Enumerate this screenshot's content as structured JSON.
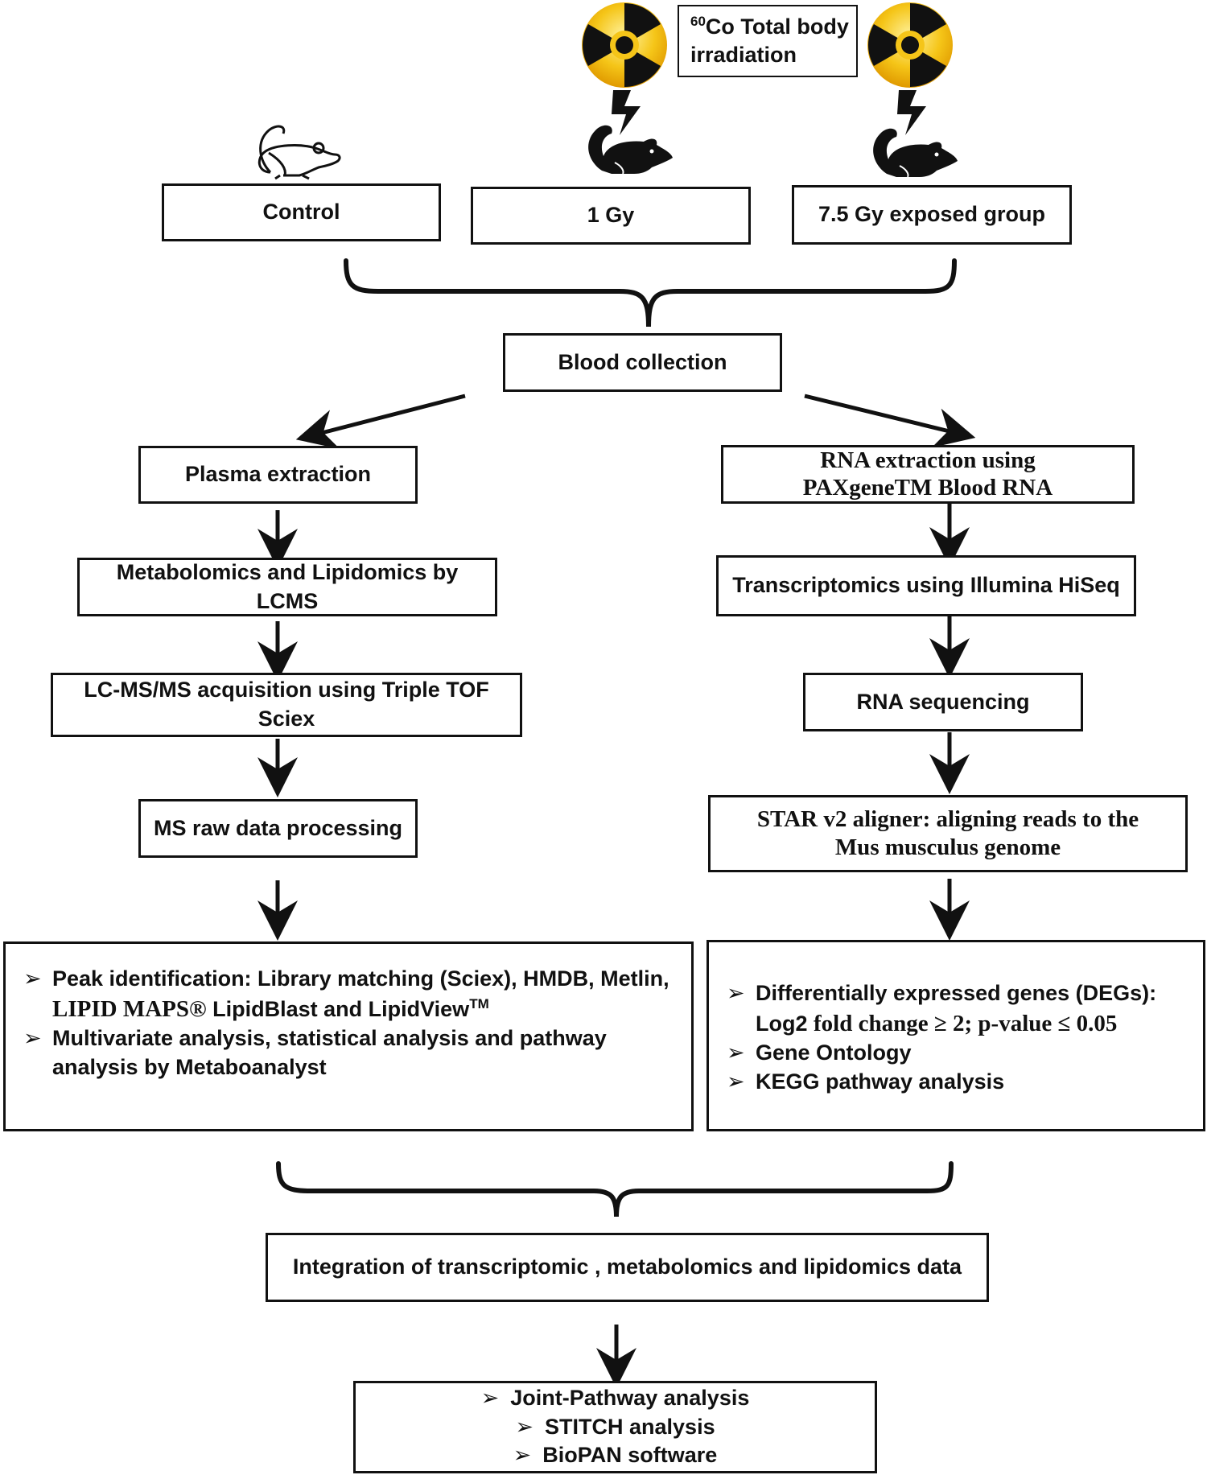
{
  "irradiation": {
    "isotope_mass": "60",
    "label": "Co Total body irradiation"
  },
  "groups": {
    "control": "Control",
    "low": "1 Gy",
    "high": "7.5 Gy exposed group"
  },
  "blood": "Blood collection",
  "left": {
    "s1": "Plasma extraction",
    "s2": "Metabolomics and Lipidomics by LCMS",
    "s3": "LC-MS/MS acquisition using Triple TOF Sciex",
    "s4": "MS raw data processing",
    "b1a": "Peak identification: Library matching (Sciex), HMDB, Metlin, ",
    "b1b": "LIPID MAPS®",
    "b1c": " LipidBlast and LipidView",
    "b1tm": "TM",
    "b2": "Multivariate analysis, statistical analysis and pathway analysis by Metaboanalyst"
  },
  "right": {
    "s1": "RNA extraction using PAXgeneTM Blood RNA",
    "s2": "Transcriptomics using Illumina HiSeq",
    "s3": "RNA sequencing",
    "s4": "STAR v2 aligner: aligning reads to the Mus musculus genome",
    "b1a": "Differentially expressed genes (DEGs): Log2 ",
    "b1b": "fold change ≥ 2; p-value ≤ 0.05",
    "b2": "Gene Ontology",
    "b3": "KEGG pathway analysis"
  },
  "integration": "Integration of transcriptomic , metabolomics and lipidomics data",
  "final": {
    "i1": "Joint-Pathway analysis",
    "i2": "STITCH analysis",
    "i3": "BioPAN software"
  },
  "bullet_glyph": "➢",
  "colors": {
    "radiation_yellow": "#F5C518",
    "ink": "#111111"
  }
}
